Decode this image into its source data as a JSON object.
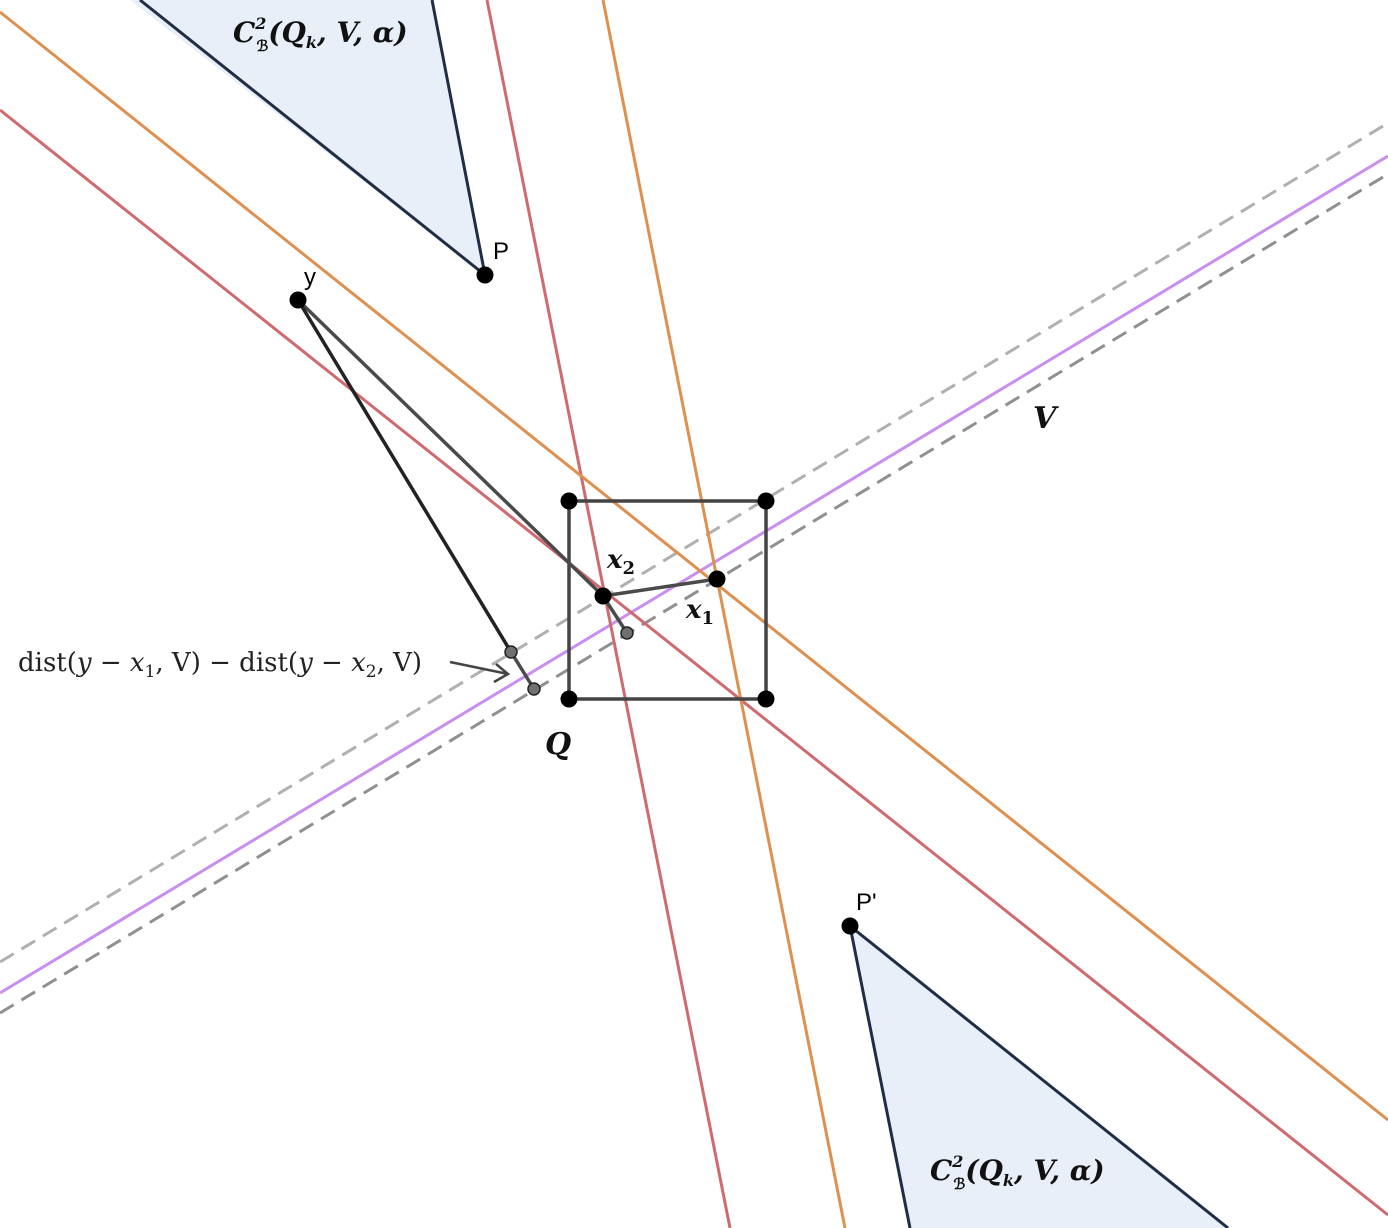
{
  "labels": {
    "cone_top_main": "C",
    "cone_top_sup": "2",
    "cone_top_sub": "ℬ",
    "cone_top_args": "(Q",
    "cone_top_args_sub": "k",
    "cone_top_args_rest": ", V, α)",
    "cone_bottom_main": "C",
    "cone_bottom_sup": "2",
    "cone_bottom_sub": "ℬ",
    "cone_bottom_args": "(Q",
    "cone_bottom_args_sub": "k",
    "cone_bottom_args_rest": ", V, α)",
    "point_P": "P",
    "point_P_prime": "P'",
    "point_y": "y",
    "subspace_V": "V",
    "square_Q": "Q",
    "x2_main": "x",
    "x2_sub": "2",
    "x1_main": "x",
    "x1_sub": "1",
    "dist_a": "dist(",
    "dist_b": "y − x",
    "dist_b_sub": "1",
    "dist_c": ", V) − dist(",
    "dist_d": "y − x",
    "dist_d_sub": "2",
    "dist_e": ", V)"
  },
  "colors": {
    "cone_fill": "#e8eff8",
    "cone_stroke": "#1f2d45",
    "red_line": "#cf6b6e",
    "orange_line": "#de9050",
    "purple_line": "#c98ff0",
    "dashed_light": "#b0b0b0",
    "dashed_dark": "#909090",
    "square_stroke": "#444444",
    "segment_dark": "#222222",
    "segment_mid": "#4a4a4a",
    "point_fill": "#000000",
    "small_point_fill": "#707070"
  }
}
